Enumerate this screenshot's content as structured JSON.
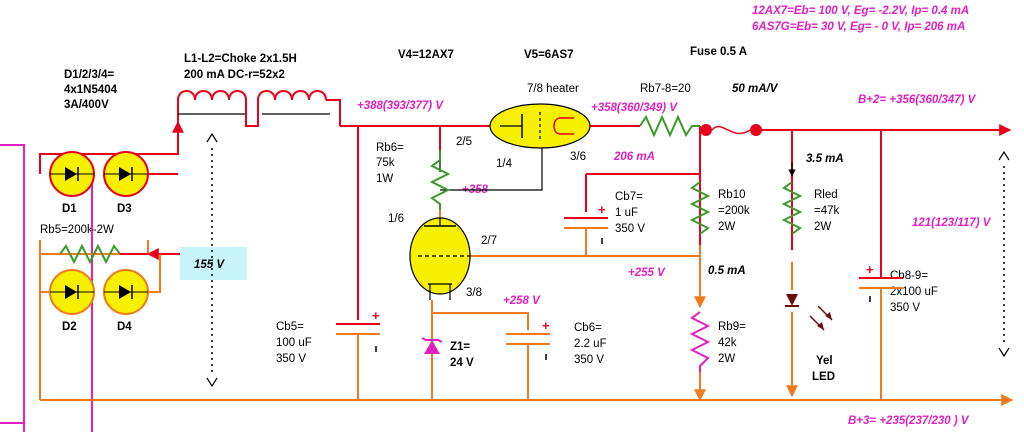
{
  "notes": {
    "line1": "12AX7=Eb= 100 V, Eg= -2.2V,  Ip= 0.4 mA",
    "line2": "6AS7G=Eb= 30 V, Eg= - 0 V, Ip= 206 mA"
  },
  "diodes": {
    "title1": "D1/2/3/4=",
    "title2": "4x1N5404",
    "title3": "3A/400V",
    "d1": "D1",
    "d2": "D2",
    "d3": "D3",
    "d4": "D4"
  },
  "choke": {
    "line1": "L1-L2=Choke 2x1.5H",
    "line2": "200 mA DC-r=52x2"
  },
  "tubes": {
    "v4": "V4=12AX7",
    "v5": "V5=6AS7",
    "heater": "7/8 heater",
    "pin25": "2/5",
    "pin14": "1/4",
    "pin36": "3/6",
    "pin16": "1/6",
    "pin27": "2/7",
    "pin38": "3/8"
  },
  "fuse": "Fuse 0.5 A",
  "rb78": "Rb7-8=20",
  "gain": "50 mA/V",
  "rb5": "Rb5=200k-2W",
  "volt155": "155 V",
  "v388": "+388(393/377) V",
  "v358a": "+358(360/349) V",
  "v358b": "+358",
  "v255": "+255 V",
  "v258": "+258 V",
  "i206": "206 mA",
  "i35": "3.5 mA",
  "i05": "0.5 mA",
  "bplus2": "B+2= +356(360/347) V",
  "bplus3": "B+3= +235(237/230 ) V",
  "v121": "121(123/117) V",
  "rb6": {
    "l1": "Rb6=",
    "l2": "75k",
    "l3": "1W"
  },
  "cb7": {
    "l1": "Cb7=",
    "l2": "1 uF",
    "l3": "350 V"
  },
  "rb10": {
    "l1": "Rb10",
    "l2": "=200k",
    "l3": "2W"
  },
  "rled": {
    "l1": "Rled",
    "l2": "=47k",
    "l3": "2W"
  },
  "cb89": {
    "l1": "Cb8-9=",
    "l2": "2x100 uF",
    "l3": "350 V"
  },
  "cb5": {
    "l1": "Cb5=",
    "l2": "100 uF",
    "l3": "350 V"
  },
  "cb6": {
    "l1": "Cb6=",
    "l2": "2.2 uF",
    "l3": "350 V"
  },
  "z1": {
    "l1": "Z1=",
    "l2": "24 V"
  },
  "rb9": {
    "l1": "Rb9=",
    "l2": "42k",
    "l3": "2W"
  },
  "led": {
    "l1": "Yel",
    "l2": "LED"
  },
  "colors": {
    "red": "#e8001c",
    "orange": "#f07a1e",
    "green": "#3a9a2a",
    "magenta": "#e020c0",
    "yellow": "#f7f000",
    "cyan": "#c8f4fa"
  }
}
